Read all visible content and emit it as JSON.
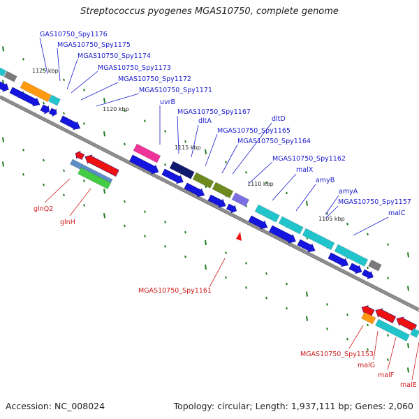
{
  "title": "Streptococcus pyogenes MGAS10750, complete genome",
  "accession": "Accession: NC_008024",
  "topology": "Topology: circular; Length: 1,937,111 bp; Genes: 2,060",
  "colors": {
    "label_blue": "#1a1acc",
    "label_red": "#cc1a1a",
    "tick_green": "#1e7a1e",
    "backbone": "#8c8c8c",
    "arrow_blue": "#1515e0",
    "arrow_red": "#ee1111"
  },
  "kbp_labels": [
    "1125 kbp",
    "1120 kbp",
    "1115 kbp",
    "1110 kbp",
    "1105 kbp"
  ],
  "top_labels": [
    "GAS10750_Spy1176",
    "MGAS10750_Spy1175",
    "MGAS10750_Spy1174",
    "MGAS10750_Spy1173",
    "MGAS10750_Spy1172",
    "MGAS10750_Spy1171",
    "uvrB",
    "MGAS10750_Spy1167",
    "dltA",
    "dltD",
    "MGAS10750_Spy1165",
    "MGAS10750_Spy1164",
    "MGAS10750_Spy1162",
    "malX",
    "amyB",
    "amyA",
    "MGAS10750_Spy1157",
    "malC"
  ],
  "bottom_labels": [
    "glnQ2",
    "glnH",
    "MGAS10750_Spy1161",
    "MGAS10750_Spy1153",
    "malG",
    "malF",
    "malE"
  ]
}
